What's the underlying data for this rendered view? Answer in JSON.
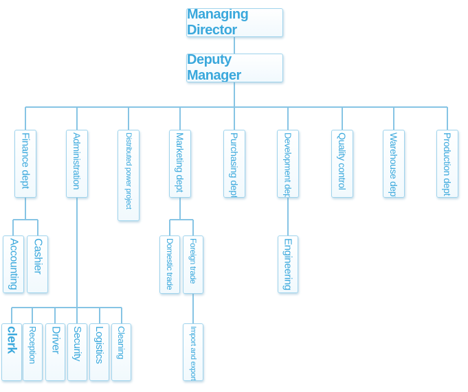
{
  "nodes": {
    "managing_director": "Managing Director",
    "deputy_manager": "Deputy Manager",
    "finance": "Finance dept",
    "administration": "Administration",
    "distributed_power": "Distributed power project",
    "marketing": "Marketing dept",
    "purchasing": "Purchasing dept",
    "development": "Development dept",
    "quality": "Quality control",
    "warehouse": "Warehouse dept",
    "production": "Production dept",
    "accounting": "Accounting",
    "cashier": "Cashier",
    "domestic": "Domestic trade",
    "foreign": "Foreign trade",
    "engineering": "Engineering",
    "import_export": "Import and export",
    "clerk": "clerk",
    "reception": "Reception",
    "driver": "Driver",
    "security": "Security",
    "logistics": "Logistics",
    "cleaning": "Cleaning"
  },
  "colors": {
    "line": "#86c4e4",
    "text": "#3aa8dc",
    "border": "#9fd3ec"
  }
}
